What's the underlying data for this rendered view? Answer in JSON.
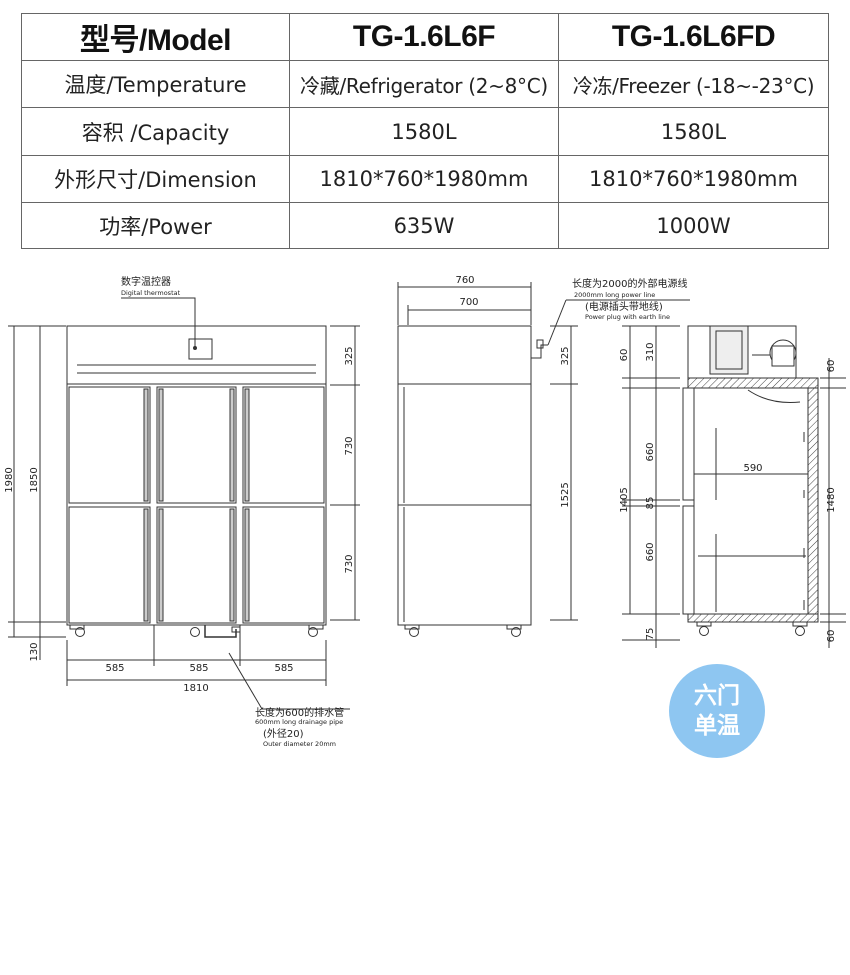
{
  "spec_table": {
    "header": {
      "label": "型号/Model",
      "model_a": "TG-1.6L6F",
      "model_b": "TG-1.6L6FD"
    },
    "rows": [
      {
        "label": "温度/Temperature",
        "a": "冷藏/Refrigerator (2~8°C)",
        "b": "冷冻/Freezer (-18~-23°C)"
      },
      {
        "label": "容积 /Capacity",
        "a": "1580L",
        "b": "1580L"
      },
      {
        "label": "外形尺寸/Dimension",
        "a": "1810*760*1980mm",
        "b": "1810*760*1980mm"
      },
      {
        "label": "功率/Power",
        "a": "635W",
        "b": "1000W"
      }
    ]
  },
  "front_view": {
    "thermostat_cn": "数字温控器",
    "thermostat_en": "Digital thermostat",
    "dims": {
      "d325": "325",
      "d730a": "730",
      "d730b": "730",
      "d1980": "1980",
      "d1850": "1850",
      "d130": "130",
      "w585a": "585",
      "w585b": "585",
      "w585c": "585",
      "w1810": "1810"
    },
    "drain_cn": "长度为600的排水管",
    "drain_en": "600mm long drainage pipe",
    "drain_dia_cn": "(外径20)",
    "drain_dia_en": "Outer diameter 20mm"
  },
  "side_view": {
    "dims": {
      "w760": "760",
      "w700": "700",
      "d325": "325",
      "d1525": "1525"
    },
    "cable_cn": "长度为2000的外部电源线",
    "cable_en": "2000mm long power line",
    "plug_cn": "(电源插头带地线)",
    "plug_en": "Power plug with earth line"
  },
  "section_view": {
    "dims": {
      "d60a": "60",
      "d310": "310",
      "d660a": "660",
      "d85": "85",
      "d660b": "660",
      "d1405": "1405",
      "d75": "75",
      "w590": "590",
      "d60b": "60",
      "d1480": "1480",
      "d60c": "60"
    }
  },
  "badge": {
    "line1": "六门",
    "line2": "单温"
  },
  "colors": {
    "badge": "#8ec6f1",
    "line": "#333333"
  }
}
